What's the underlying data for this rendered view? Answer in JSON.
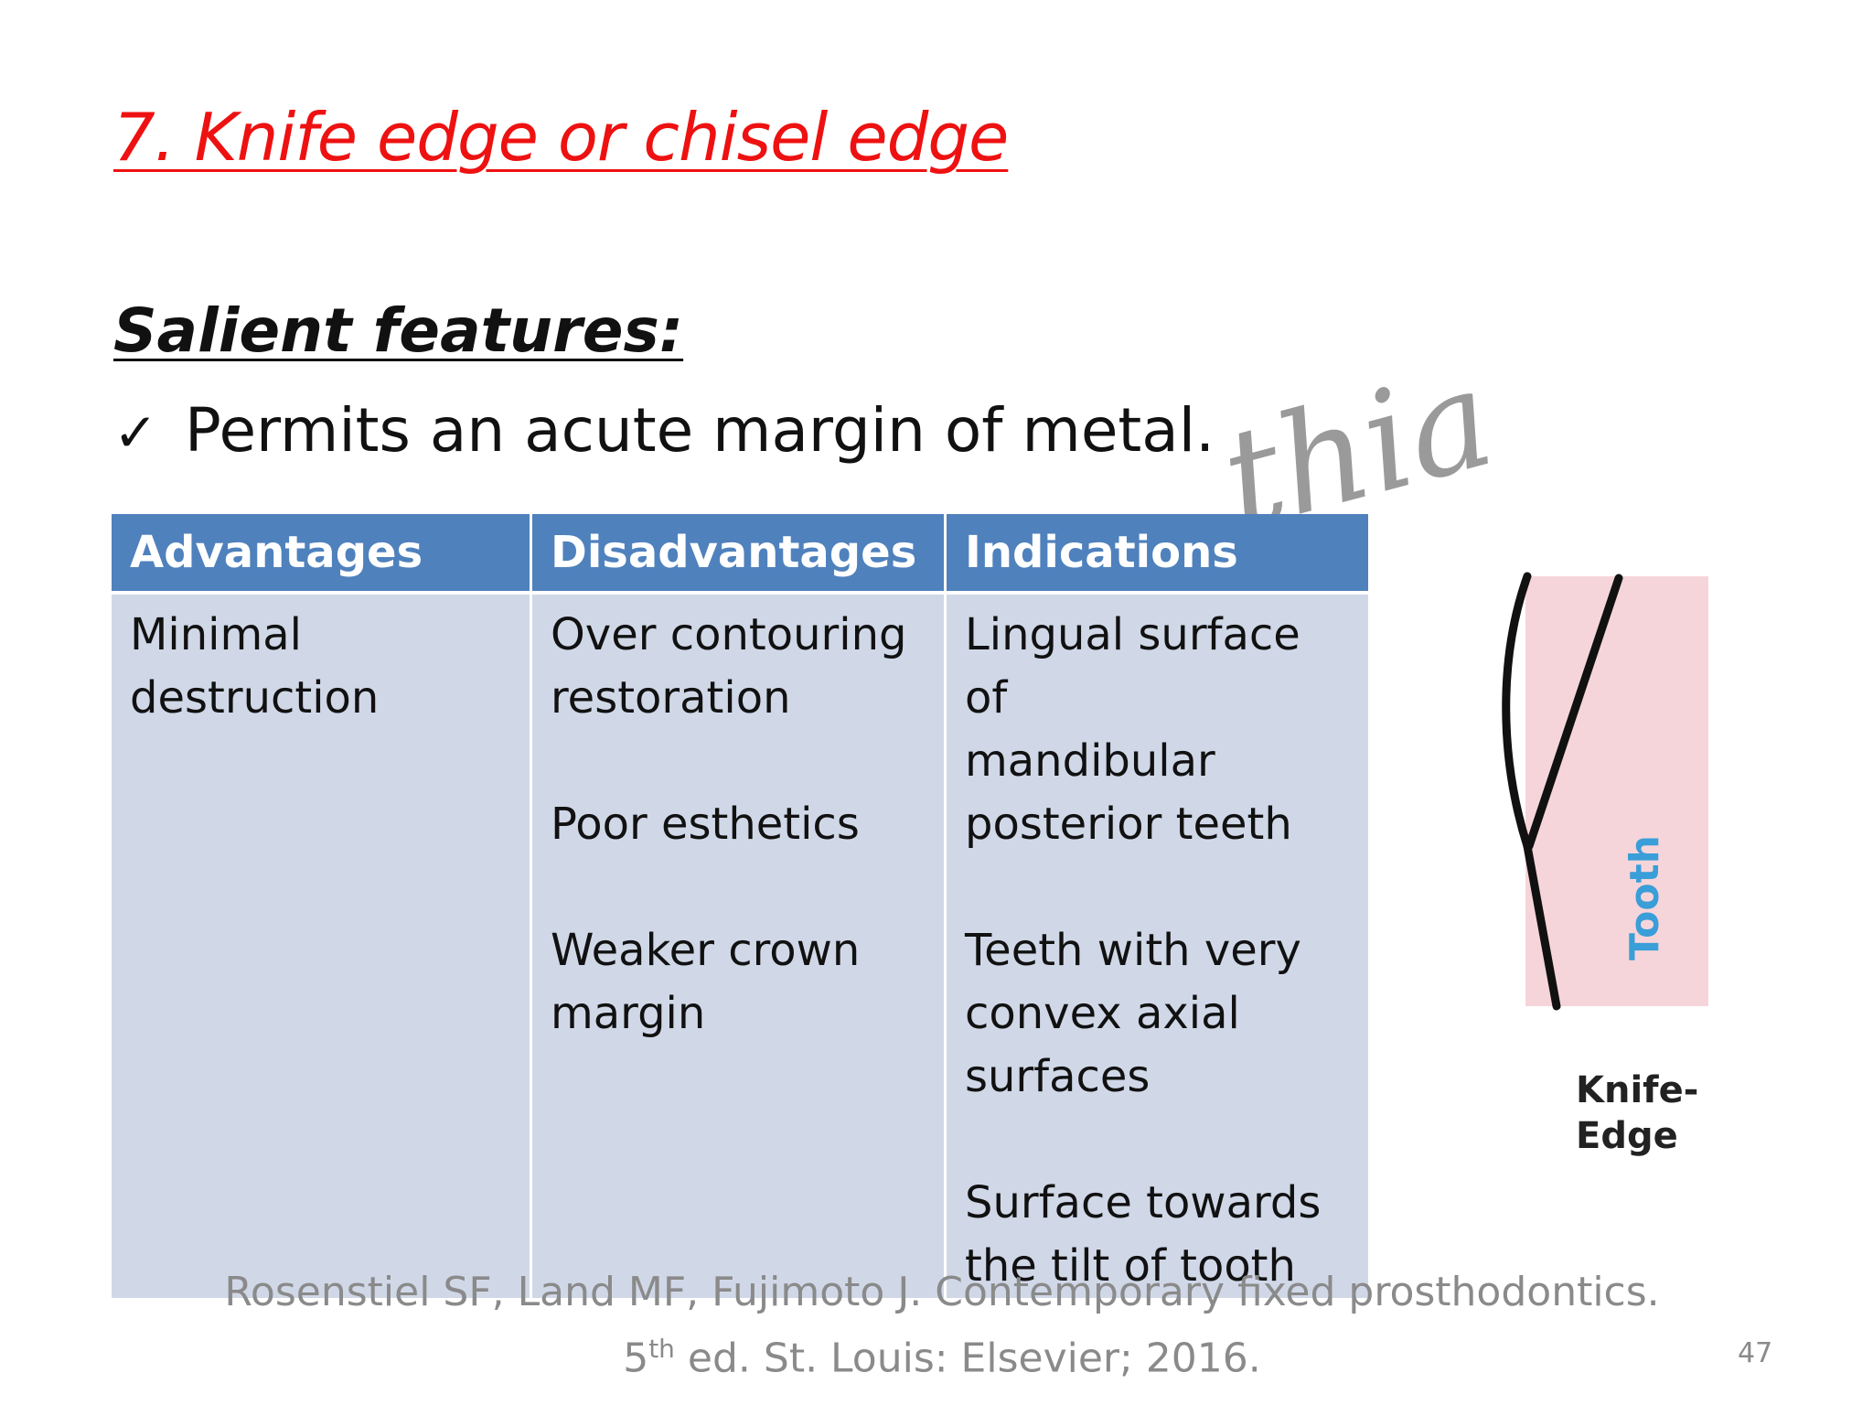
{
  "slide": {
    "title": "7. Knife edge or chisel edge",
    "subtitle": "Salient features:",
    "bullet_mark": "✓",
    "bullet_text": "Permits an acute margin of metal.",
    "watermark": "thia"
  },
  "table": {
    "headers": [
      "Advantages",
      "Disadvantages",
      "Indications"
    ],
    "cells": [
      "Minimal\ndestruction",
      "Over contouring\nrestoration\n\nPoor esthetics\n\nWeaker crown\nmargin",
      "Lingual surface of\nmandibular\nposterior teeth\n\nTeeth with very\nconvex axial\nsurfaces\n\nSurface towards\nthe tilt of tooth"
    ],
    "colors": {
      "header_bg": "#4f81bd",
      "cell_bg": "#d0d8e8"
    }
  },
  "diagram": {
    "tooth_label": "Tooth",
    "caption_line1": "Knife-",
    "caption_line2": "Edge",
    "colors": {
      "tooth_fill": "#f6d5da",
      "tooth_label": "#3a9ed8",
      "line": "#111111"
    }
  },
  "citation": {
    "line1": "Rosenstiel SF, Land MF, Fujimoto J. Contemporary fixed prosthodontics.",
    "line2_prefix": "5",
    "line2_sup": "th",
    "line2_suffix": " ed. St. Louis: Elsevier; 2016."
  },
  "page_number": "47"
}
